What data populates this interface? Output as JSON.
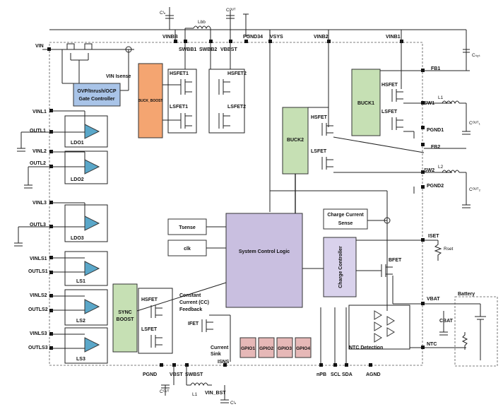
{
  "pins_top": [
    "VINBB",
    "SWBB1",
    "SWBB2",
    "VBBST",
    "PGND34",
    "VSYS",
    "VINB2",
    "VINB1"
  ],
  "pins_left": [
    "VIN",
    "VINL1",
    "OUTL1",
    "VINL2",
    "OUTL2",
    "VINL3",
    "OUTL3",
    "VINLS1",
    "OUTLS1",
    "VINLS2",
    "OUTLS2",
    "VINLS3",
    "OUTLS3"
  ],
  "pins_right": [
    "FB1",
    "SW1",
    "PGND1",
    "FB2",
    "SW2",
    "PGND2",
    "ISET",
    "VBAT",
    "NTC"
  ],
  "pins_bottom": [
    "PGND",
    "VBST",
    "SWBST",
    "ISNS",
    "nPB",
    "SCL",
    "SDA",
    "AGND"
  ],
  "components": {
    "cin": "Cᴵₙ",
    "lbb": "Lbb",
    "cout": "Cᴼᵁᵀ",
    "csys": "Cₛᵧₛ",
    "l1": "L1",
    "l2": "L2",
    "cout1": "Cᴼᵁᵀ₁",
    "cout2": "Cᴼᵁᵀ₂",
    "rset": "Rset",
    "cbat": "CBAT",
    "battery": "Battery",
    "l1_bottom": "L1",
    "vin_bst": "VIN_BST",
    "cin_bottom": "Cᴵₙ",
    "cout_bottom": "Cᴼᵁᵀ"
  },
  "blocks": {
    "ovp": [
      "OVP/Inrush/OCP",
      "Gate Controller"
    ],
    "vin_isense": "VIN Isense",
    "buck_boost": "BUCK_BOOST",
    "hsfet1": "HSFET1",
    "lsfet1": "LSFET1",
    "hsfet2": "HSFET2",
    "lsfet2": "LSFET2",
    "buck1": "BUCK1",
    "buck2": "BUCK2",
    "hsfet": "HSFET",
    "lsfet": "LSFET",
    "ldo1": "LDO1",
    "ldo2": "LDO2",
    "ldo3": "LDO3",
    "ls1": "LS1",
    "ls2": "LS2",
    "ls3": "LS3",
    "tsense": "Tsense",
    "clk": "clk",
    "system": "System Control Logic",
    "charge_sense": [
      "Charge Current",
      "Sense"
    ],
    "charge_controller": "Charge Controller",
    "bfet": "BFET",
    "sync_boost": [
      "SYNC",
      "BOOST"
    ],
    "cc_feedback": [
      "Constant",
      "Current (CC)",
      "Feedback"
    ],
    "ifet": "IFET",
    "current_sink": [
      "Current",
      "Sink"
    ],
    "ntc_detection": "NTC Detection",
    "gpio": [
      "GPIO1",
      "GPIO2",
      "GPIO3",
      "GPIO4"
    ]
  },
  "colors": {
    "ovp_fill": "#a9c4e8",
    "buck_boost_fill": "#f4a571",
    "buck_fill": "#c6e0b4",
    "system_fill": "#c9bfe0",
    "charge_fill": "#d9d2ec",
    "gpio_fill": "#e6b8b7",
    "ldo_fill": "#5aa7c9"
  }
}
